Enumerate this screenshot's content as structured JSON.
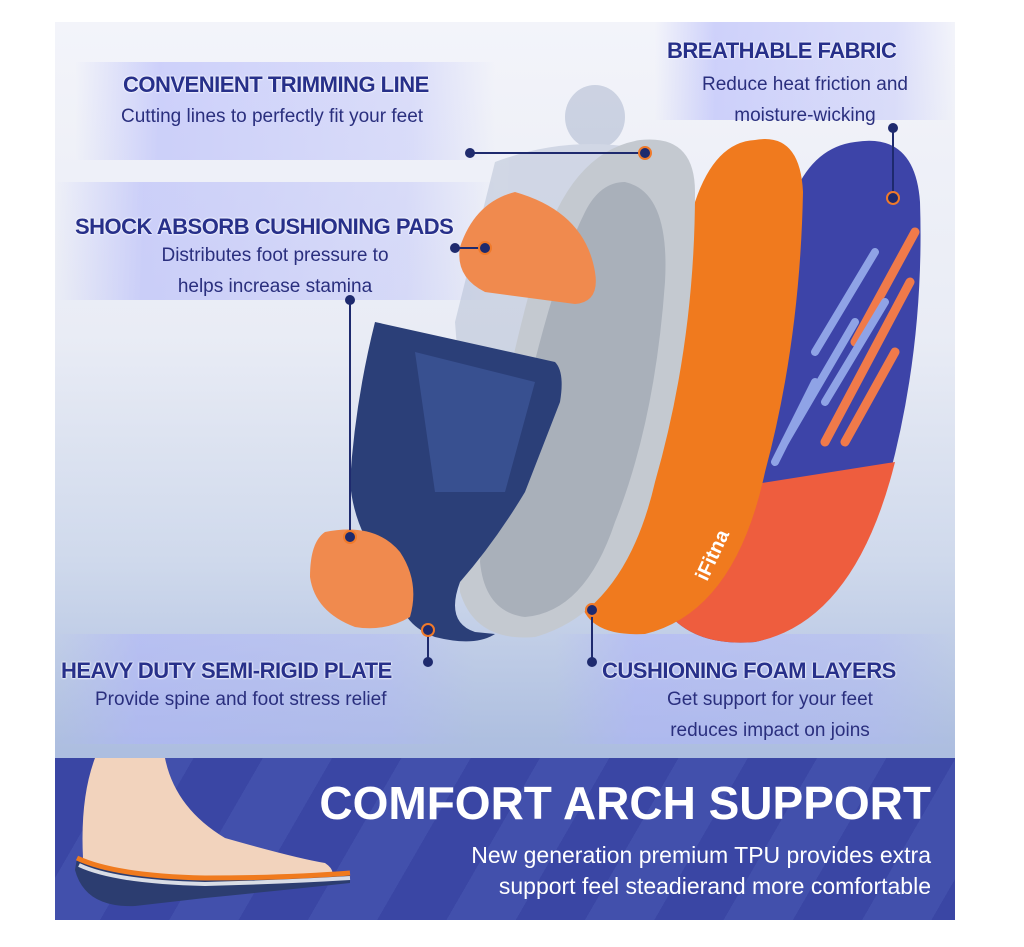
{
  "callouts": {
    "trimming": {
      "title": "CONVENIENT TRIMMING LINE",
      "subtitle": "Cutting lines to perfectly fit your feet"
    },
    "breathable": {
      "title": "BREATHABLE FABRIC",
      "subtitle_line1": "Reduce heat friction and",
      "subtitle_line2": "moisture-wicking"
    },
    "shock": {
      "title": "SHOCK ABSORB CUSHIONING PADS",
      "subtitle_line1": "Distributes foot pressure to",
      "subtitle_line2": "helps increase stamina"
    },
    "plate": {
      "title": "HEAVY DUTY SEMI-RIGID PLATE",
      "subtitle": "Provide spine and foot stress relief"
    },
    "foam": {
      "title": "CUSHIONING FOAM LAYERS",
      "subtitle_line1": "Get support for your feet",
      "subtitle_line2": "reduces impact on joins"
    }
  },
  "banner": {
    "title": "COMFORT ARCH SUPPORT",
    "subtitle_line1": "New generation premium TPU provides extra",
    "subtitle_line2": "support feel steadierand more comfortable"
  },
  "brand": {
    "logo_text": "iFitna"
  },
  "colors": {
    "navy": "#27308a",
    "orange": "#f07a2a",
    "blue_insole": "#3d44a8",
    "gray_layer": "#b5bbc4",
    "banner": "#3a46a4"
  }
}
